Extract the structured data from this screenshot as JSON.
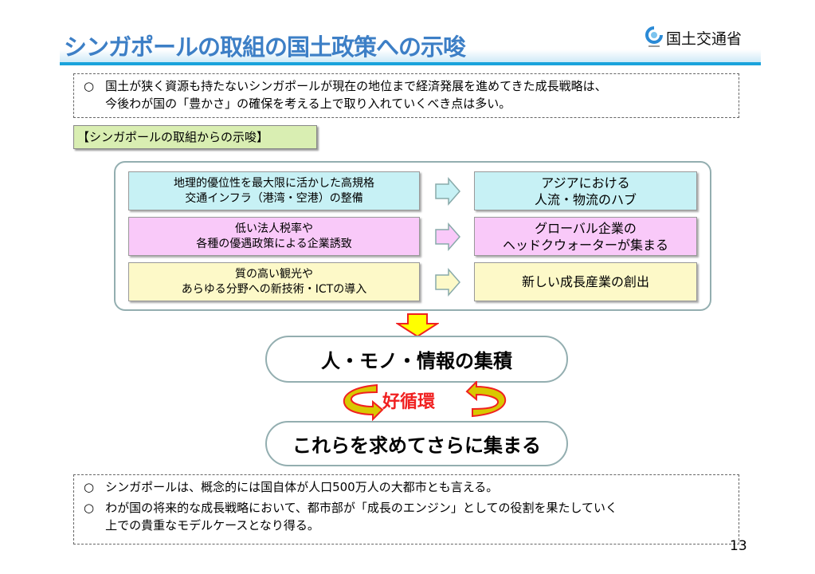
{
  "title": "シンガポールの取組の国土政策への示唆",
  "ministry": "国土交通省",
  "intro": {
    "bullet": "○",
    "lines": [
      "国土が狭く資源も持たないシンガポールが現在の地位まで経済発展を進めてきた成長戦略は、",
      "今後わが国の「豊かさ」の確保を考える上で取り入れていくべき点は多い。"
    ]
  },
  "section_label": "【シンガポールの取組からの示唆】",
  "rows": [
    {
      "left": [
        "地理的優位性を最大限に活かした高規格",
        "交通インフラ（港湾・空港）の整備"
      ],
      "right": [
        "アジアにおける",
        "人流・物流のハブ"
      ]
    },
    {
      "left": [
        "低い法人税率や",
        "各種の優遇政策による企業誘致"
      ],
      "right": [
        "グローバル企業の",
        "ヘッドクウォーターが集まる"
      ]
    },
    {
      "left": [
        "質の高い観光や",
        "あらゆる分野への新技術・ICTの導入"
      ],
      "right": [
        "新しい成長産業の創出"
      ]
    }
  ],
  "accumulation": "人・モノ・情報の集積",
  "cycle": "好循環",
  "gather": "これらを求めてさらに集まる",
  "conclusions": [
    {
      "bullet": "○",
      "lines": [
        "シンガポールは、概念的には国自体が人口500万人の大都市とも言える。"
      ]
    },
    {
      "bullet": "○",
      "lines": [
        "わが国の将来的な成長戦略において、都市部が「成長のエンジン」としての役割を果たしていく",
        "上での貴重なモデルケースとなり得る。"
      ]
    }
  ],
  "page_number": "13"
}
